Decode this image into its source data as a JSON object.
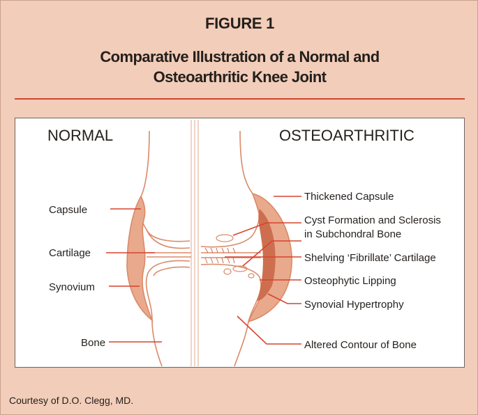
{
  "figure": {
    "label": "FIGURE 1",
    "title_line1": "Comparative Illustration of a Normal and",
    "title_line2": "Osteoarthritic Knee Joint",
    "credit": "Courtesy of D.O. Clegg, MD."
  },
  "diagram": {
    "normal_heading": "NORMAL",
    "oa_heading": "OSTEOARTHRITIC",
    "normal_labels": {
      "capsule": "Capsule",
      "cartilage": "Cartilage",
      "synovium": "Synovium",
      "bone": "Bone"
    },
    "oa_labels": {
      "thickened_capsule": "Thickened Capsule",
      "cyst_line1": "Cyst Formation and Sclerosis",
      "cyst_line2": "in Subchondral Bone",
      "shelving": "Shelving ‘Fibrillate’ Cartilage",
      "osteophytic": "Osteophytic Lipping",
      "synovial": "Synovial Hypertrophy",
      "altered": "Altered Contour of Bone"
    },
    "colors": {
      "accent_red": "#d6432e",
      "outline": "#d98a68",
      "fill": "#e9a98c",
      "background": "#f2cdb9"
    }
  }
}
